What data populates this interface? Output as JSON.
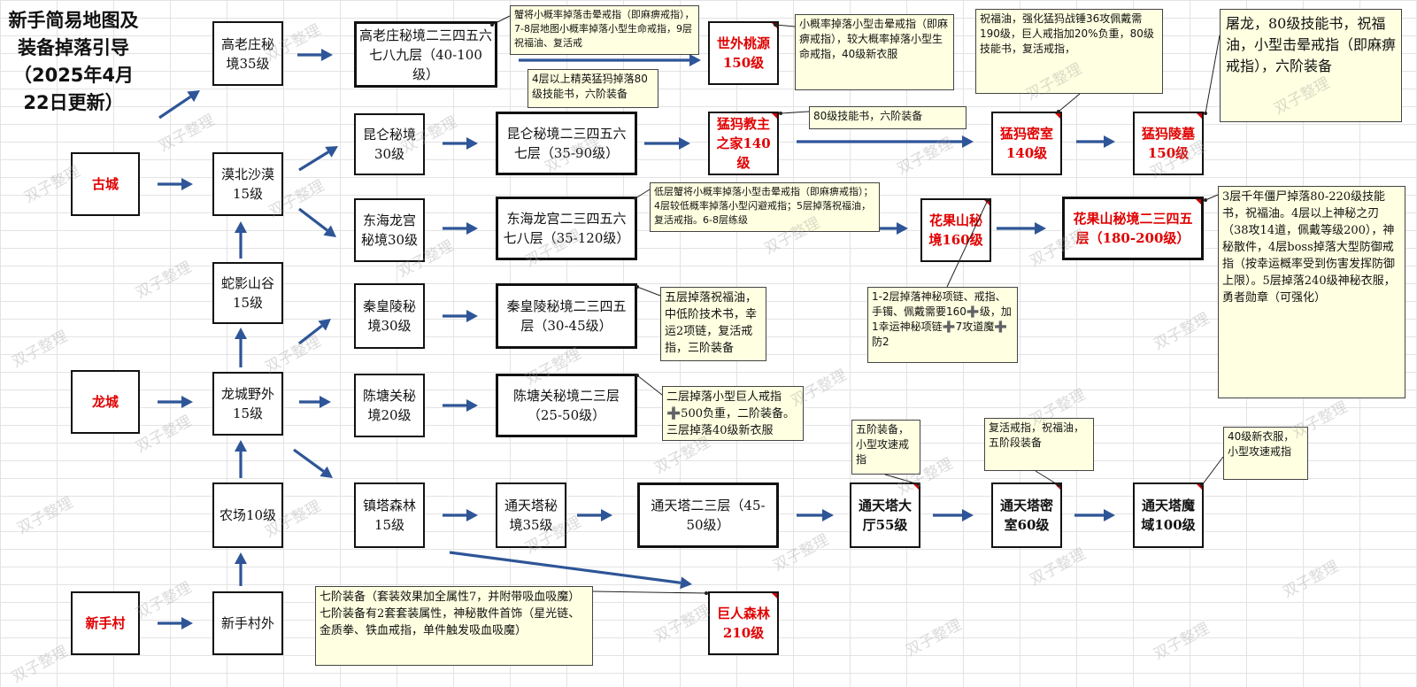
{
  "title": "新手简易地图及装备掉落引导（2025年4月22日更新）",
  "watermark": "双子整理",
  "colors": {
    "arrow": "#2e5597",
    "red_text": "#e00000",
    "note_bg": "#ffffe1",
    "grid": "#e3e3e3"
  },
  "boxes": {
    "gucheng": "古城",
    "longcheng": "龙城",
    "xinshoucun": "新手村",
    "gaolaozhuang": "高老庄秘境35级",
    "mobei": "漠北沙漠15级",
    "sheying": "蛇影山谷15级",
    "longcheng_field": "龙城野外15级",
    "nongchang": "农场10级",
    "xinshoucun_out": "新手村外",
    "gaolaozhuang_floors": "高老庄秘境二三四五六七八九层（40-100级）",
    "shiwai": "世外桃源150级",
    "kunlun": "昆仑秘境30级",
    "kunlun_floors": "昆仑秘境二三四五六七层（35-90级）",
    "mengma_home": "猛犸教主之家140级",
    "mengma_room": "猛犸密室140级",
    "mengma_tomb": "猛犸陵墓150级",
    "donghai": "东海龙宫秘境30级",
    "donghai_floors": "东海龙宫二三四五六七八层（35-120级）",
    "huaguo": "花果山秘境160级",
    "huaguo_floors": "花果山秘境二三四五层（180-200级）",
    "qinhuang": "秦皇陵秘境30级",
    "qinhuang_floors": "秦皇陵秘境二三四五层（30-45级）",
    "chentang": "陈塘关秘境20级",
    "chentang_floors": "陈塘关秘境二三层（25-50级）",
    "zhenta": "镇塔森林15级",
    "tongtian_secret": "通天塔秘境35级",
    "tongtian_floors": "通天塔二三层（45-50级）",
    "tongtian_hall": "通天塔大厅55级",
    "tongtian_room": "通天塔密室60级",
    "tongtian_domain": "通天塔魔域100级",
    "juren": "巨人森林210级"
  },
  "notes": {
    "gaolaozhuang_drop": "蟹将小概率掉落击晕戒指（即麻痹戒指），7-8层地图小概率掉落小型生命戒指，9层祝福油、复活戒",
    "gaolaozhuang_elite": "4层以上精英猛犸掉落80级技能书，六阶装备",
    "shiwai_drop": "小概率掉落小型击晕戒指（即麻痹戒指），较大概率掉落小型生命戒指，40级新衣服",
    "mengma_room_drop": "祝福油，强化猛犸战锤36攻佩戴需190级，巨人戒指加20%负重，80级技能书，复活戒指，",
    "mengma_tomb_drop": "屠龙，80级技能书，祝福油，小型击晕戒指（即麻痹戒指），六阶装备",
    "mengma_home_drop": "80级技能书，六阶装备",
    "donghai_drop": "低层蟹将小概率掉落小型击晕戒指（即麻痹戒指）；4层较低概率掉落小型闪避戒指；5层掉落祝福油，复活戒指。6-8层练级",
    "huaguo_floors_drop": "3层千年僵尸掉落80-220级技能书，祝福油。4层以上神秘之刃（38攻14道，佩戴等级200），神秘散件，4层boss掉落大型防御戒指（按幸运概率受到伤害发挥防御上限）。5层掉落240级神秘衣服，勇者勋章（可强化）",
    "huaguo_drop": "1-2层掉落神秘项链、戒指、手镯、佩戴需要160➕级，加1幸运神秘项链➕7攻道魔➕防2",
    "qinhuang_drop": "五层掉落祝福油，中低阶技术书，幸运2项链，复活戒指，三阶装备",
    "chentang_drop": "二层掉落小型巨人戒指➕500负重，二阶装备。三层掉落40级新衣服",
    "tongtian_hall_drop": "五阶装备，小型攻速戒指",
    "tongtian_room_drop": "复活戒指，祝福油，五阶段装备",
    "tongtian_domain_drop": "40级新衣服，小型攻速戒指",
    "juren_drop": "七阶装备（套装效果加全属性7，并附带吸血吸魔）七阶装备有2套套装属性，神秘散件首饰（星光链、金质拳、铁血戒指，单件触发吸血吸魔）"
  }
}
